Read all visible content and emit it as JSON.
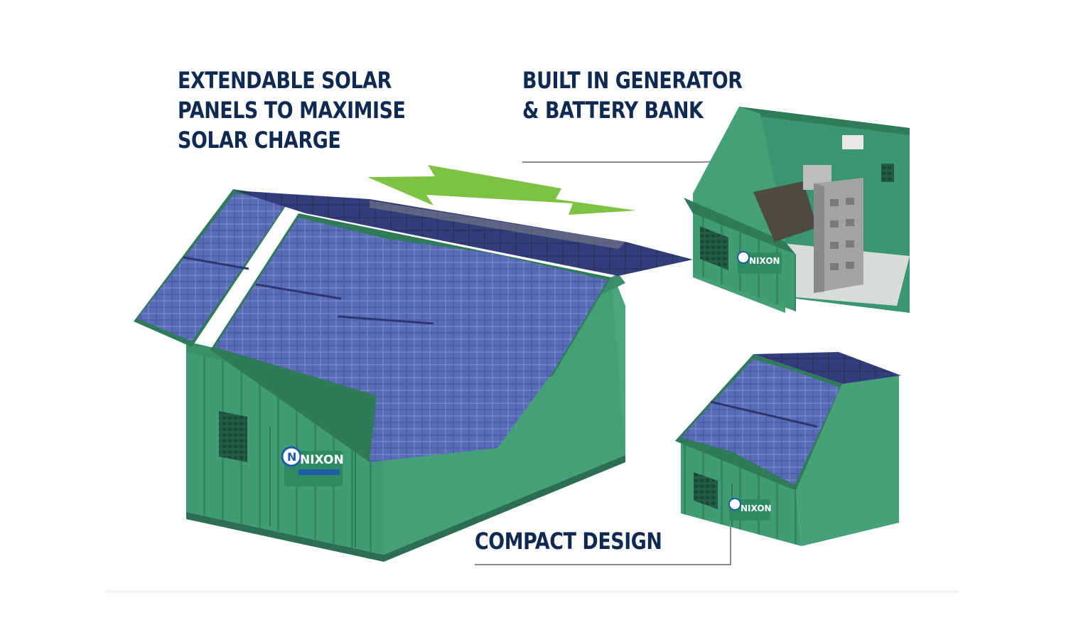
{
  "captions": {
    "solar": {
      "lines": [
        "EXTENDABLE SOLAR",
        "PANELS TO MAXIMISE",
        "SOLAR CHARGE"
      ]
    },
    "generator": {
      "lines": [
        "BUILT IN GENERATOR",
        "& BATTERY BANK"
      ]
    },
    "compact": {
      "lines": [
        "COMPACT DESIGN"
      ]
    }
  },
  "brand": {
    "name": "NIXON"
  },
  "colors": {
    "text": "#0f2a52",
    "unit_green": "#3d9a73",
    "unit_dark": "#2b7556",
    "panel": "#4a5ba8",
    "arrow": "#7dc242",
    "leader_line": "#8a8a8a"
  },
  "icons": {
    "arrow": "double-headed-arrow",
    "logo": "nixon-logo"
  }
}
